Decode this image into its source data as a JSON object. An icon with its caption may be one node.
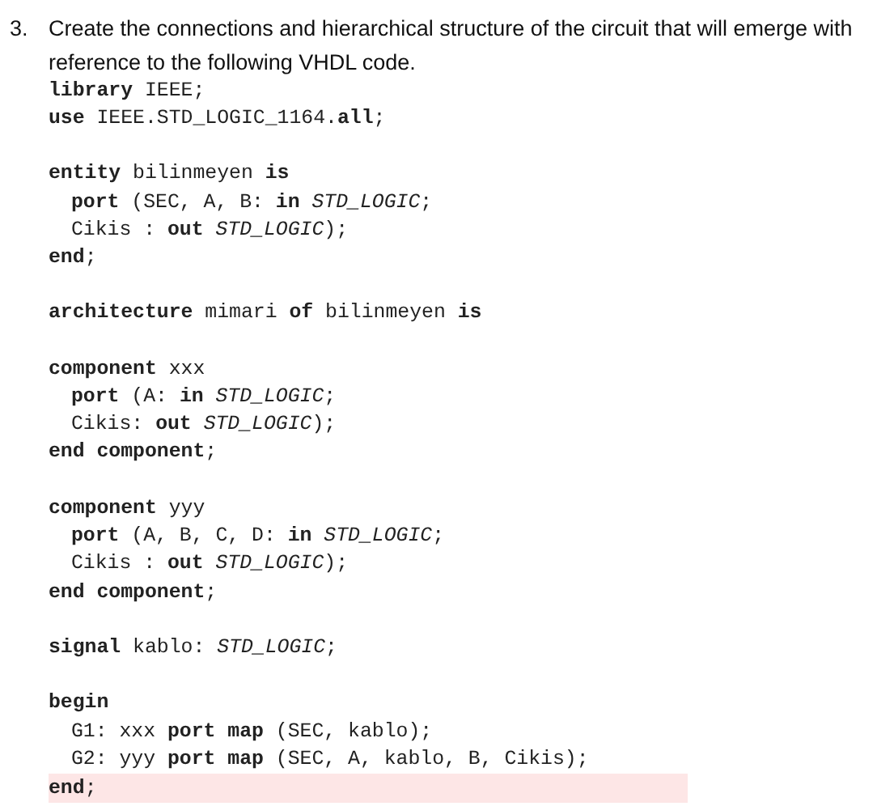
{
  "diagram": {
    "labels": [
      "3.",
      "Create the connections and hierarchical structure of the circuit that will emerge with reference to the following VHDL code.",
      "**library** IEEE;",
      "**use** IEEE.STD_LOGIC_1164.**all**;",
      "**entity** bilinmeyen **is**",
      "**port** (SEC, A, B: **in** *STD_LOGIC*;",
      "Cikis : **out** *STD_LOGIC*);",
      "**end**;",
      "**architecture** mimari **of** bilinmeyen **is**",
      "**component** xxx",
      "**port** (A: **in** *STD_LOGIC*;",
      "Cikis: **out** *STD_LOGIC*);",
      "**end component**;",
      "**component** yyy",
      "**port** (A, B, C, D: **in** *STD_LOGIC*;",
      "Cikis : **out** *STD_LOGIC*);",
      "**end component**;",
      "**signal** kablo: *STD_LOGIC*;",
      "**begin**",
      "G1: xxx **port map** (SEC, kablo);",
      "G2: yyy **port map** (SEC, A, kablo, B, Cikis);",
      "**end**;"
    ]
  }
}
